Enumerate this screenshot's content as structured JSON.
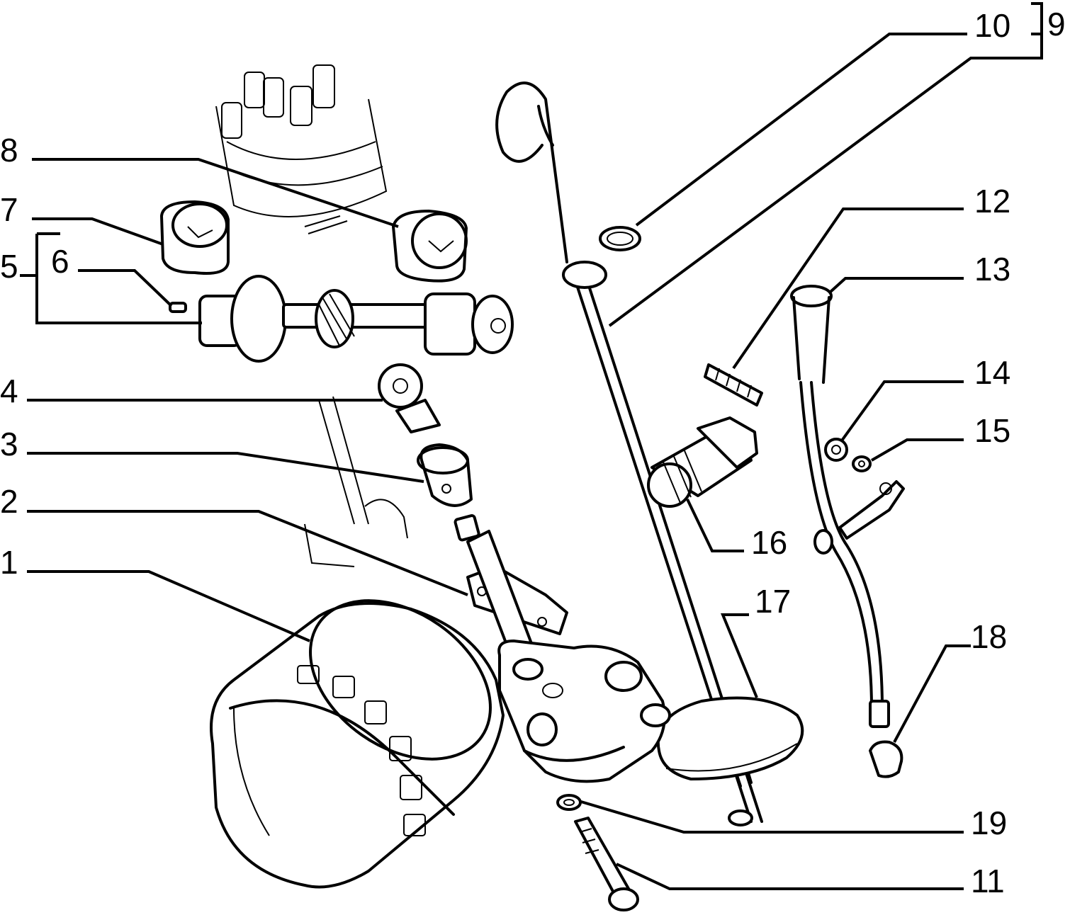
{
  "labels": {
    "l1": "1",
    "l2": "2",
    "l3": "3",
    "l4": "4",
    "l5": "5",
    "l6": "6",
    "l7": "7",
    "l8": "8",
    "l9": "9",
    "l10": "10",
    "l11": "11",
    "l12": "12",
    "l13": "13",
    "l14": "14",
    "l15": "15",
    "l16": "16",
    "l17": "17",
    "l18": "18",
    "l19": "19"
  },
  "colors": {
    "line": "#000000",
    "background": "#ffffff"
  }
}
